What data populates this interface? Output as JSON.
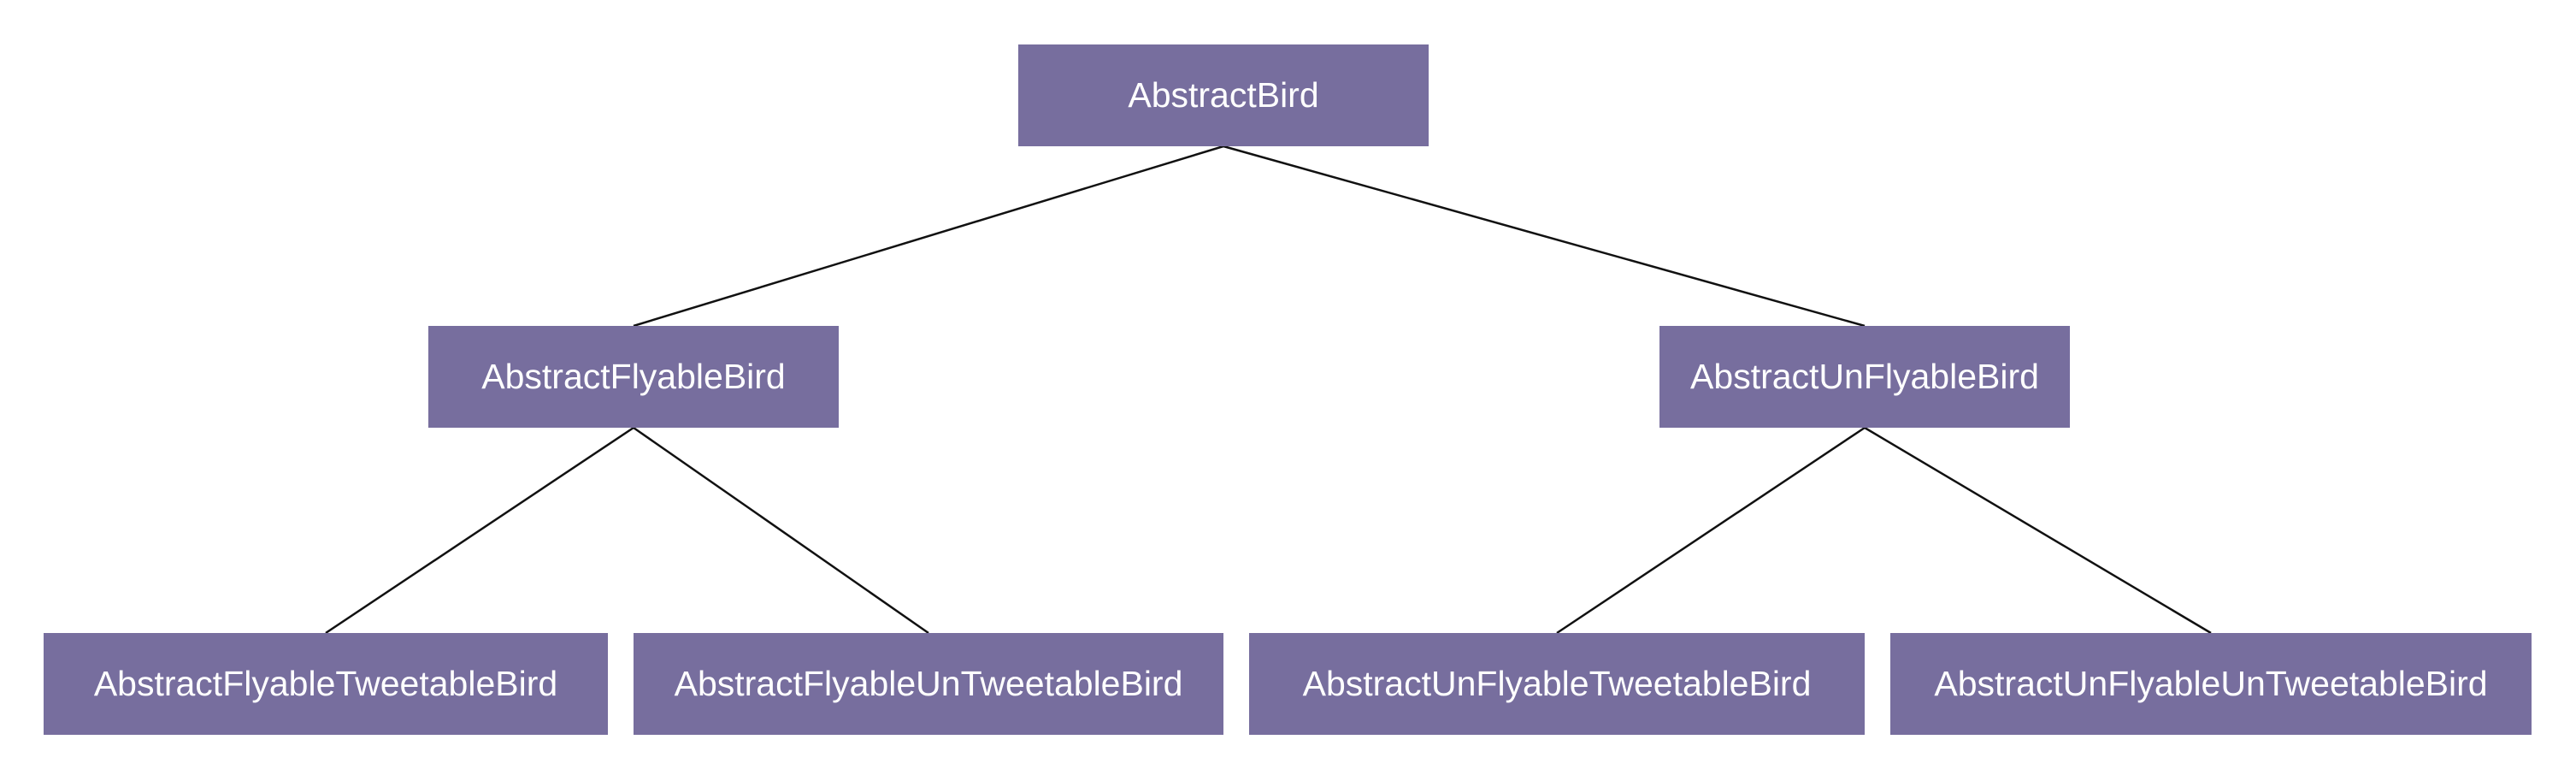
{
  "colors": {
    "node_fill": "#776e9e",
    "node_text": "#ffffff",
    "edge": "#111111"
  },
  "diagram": {
    "nodes": {
      "root": {
        "label": "AbstractBird"
      },
      "flyable": {
        "label": "AbstractFlyableBird"
      },
      "unflyable": {
        "label": "AbstractUnFlyableBird"
      },
      "flyable_tweetable": {
        "label": "AbstractFlyableTweetableBird"
      },
      "flyable_untweetable": {
        "label": "AbstractFlyableUnTweetableBird"
      },
      "unflyable_tweetable": {
        "label": "AbstractUnFlyableTweetableBird"
      },
      "unflyable_untweetable": {
        "label": "AbstractUnFlyableUnTweetableBird"
      }
    },
    "edges": [
      {
        "from": "root",
        "to": "flyable"
      },
      {
        "from": "root",
        "to": "unflyable"
      },
      {
        "from": "flyable",
        "to": "flyable_tweetable"
      },
      {
        "from": "flyable",
        "to": "flyable_untweetable"
      },
      {
        "from": "unflyable",
        "to": "unflyable_tweetable"
      },
      {
        "from": "unflyable",
        "to": "unflyable_untweetable"
      }
    ]
  }
}
